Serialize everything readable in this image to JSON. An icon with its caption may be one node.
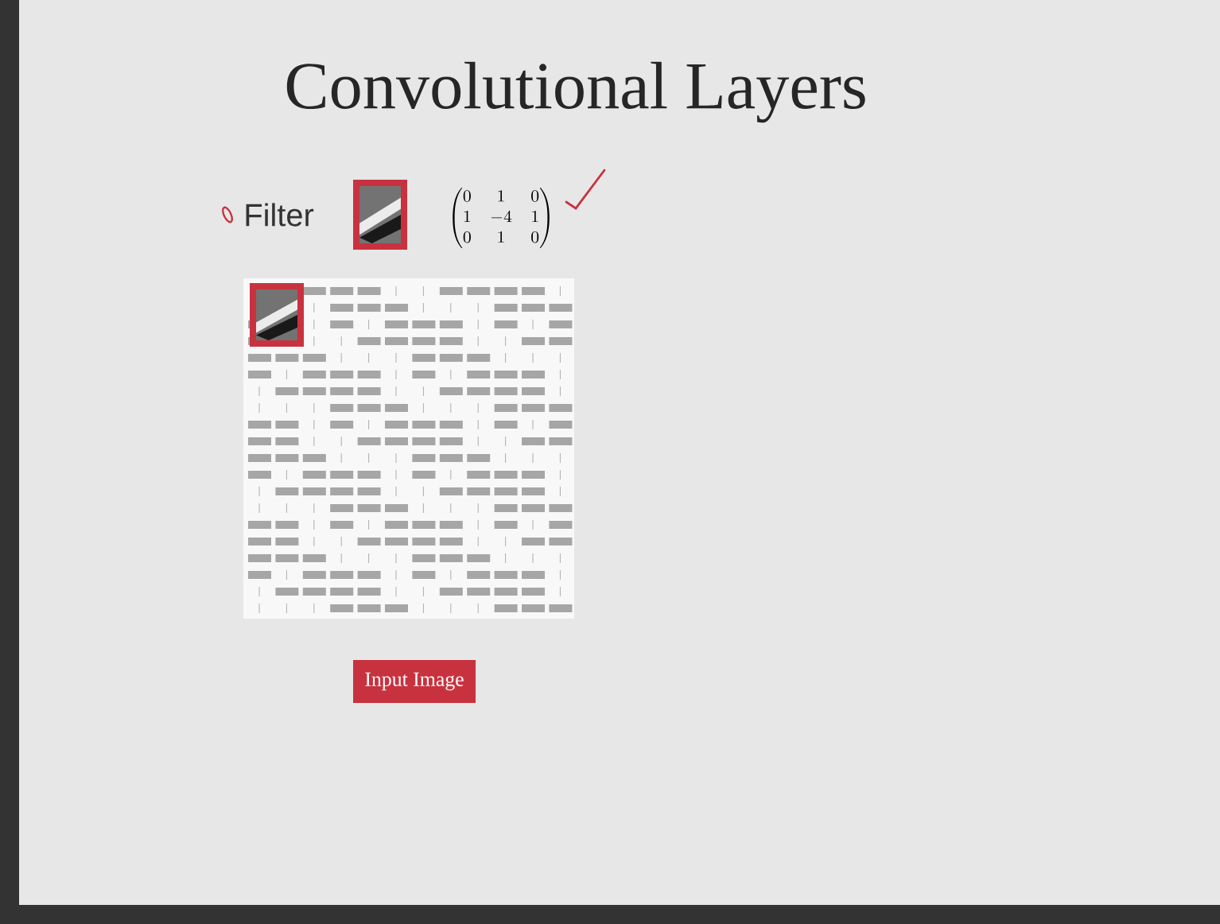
{
  "diagram": {
    "title": "Convolutional Layers",
    "nodes": [
      {
        "text": [
          "Input Image"
        ]
      }
    ],
    "labels": [
      "Filter",
      "\\begin{pmatrix}0 & 1 & 0\\\\ 1 & -4 & 1\\\\ 0 & 1 & 0\\end{pmatrix}"
    ]
  }
}
